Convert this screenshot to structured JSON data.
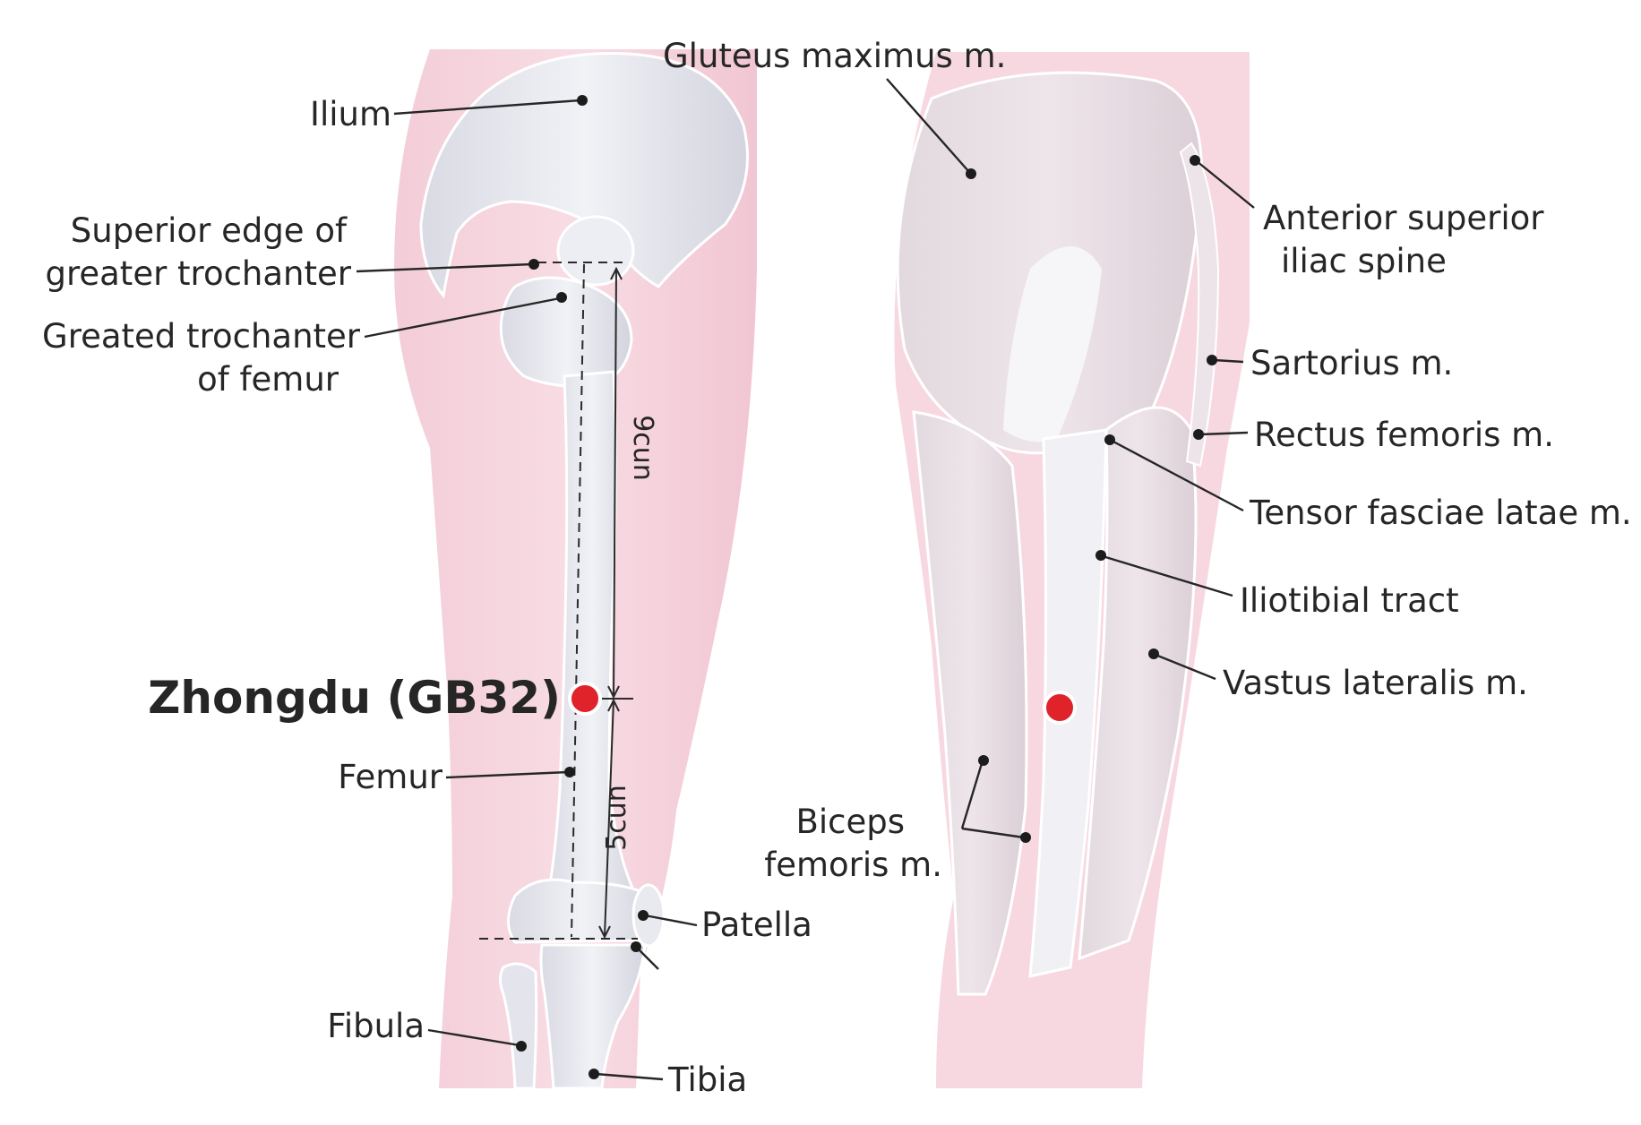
{
  "title": "Zhongdu (GB32)",
  "labels": {
    "ilium": "Ilium",
    "superior_edge_1": "Superior edge of",
    "superior_edge_2": "greater trochanter",
    "greated_trochanter_1": "Greated trochanter",
    "greated_trochanter_2": "of femur",
    "femur": "Femur",
    "fibula": "Fibula",
    "tibia": "Tibia",
    "patella": "Patella",
    "gluteus_maximus": "Gluteus maximus m.",
    "asis_1": "Anterior superior",
    "asis_2": "iliac spine",
    "sartorius": "Sartorius m.",
    "rectus_femoris": "Rectus femoris m.",
    "tensor_fasciae": "Tensor fasciae latae m.",
    "iliotibial": "Iliotibial tract",
    "vastus_lateralis": "Vastus lateralis m.",
    "biceps_1": "Biceps",
    "biceps_2": "femoris m."
  },
  "measurements": {
    "upper": "9cun",
    "lower": "5cun"
  },
  "colors": {
    "acupoint": "#e0222a",
    "skin": "#f6d2dc",
    "bone": "#e6e7ee",
    "muscle": "#ebe0e6"
  }
}
